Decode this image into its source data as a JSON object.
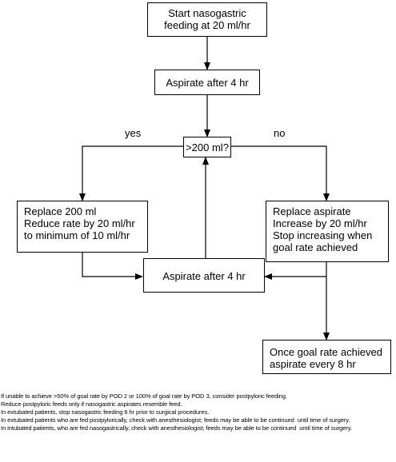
{
  "nodes": {
    "start": [
      "Start nasogastric",
      "feeding at 20 ml/hr"
    ],
    "aspirate_first": [
      "Aspirate after 4 hr"
    ],
    "decision": [
      ">200 ml?"
    ],
    "replace_left": [
      "Replace 200 ml",
      "Reduce rate by 20 ml/hr",
      "to minimum of 10 ml/hr"
    ],
    "replace_right": [
      "Replace aspirate",
      "Increase by 20 ml/hr",
      "Stop increasing when",
      "goal rate achieved"
    ],
    "aspirate_second": [
      "Aspirate after 4 hr"
    ],
    "goal": [
      "Once goal rate achieved",
      "aspirate every 8 hr"
    ]
  },
  "edge_labels": {
    "yes": "yes",
    "no": "no"
  },
  "notes": [
    "If unable to achieve >50% of goal rate by POD 2 or 100% of goal rate by POD 3, consider postpyloric feeding.",
    "Reduce postpyloric feeds only if nasogastric aspirates resemble feed.",
    "In extubated patients, stop nasogastric feeding 6 hr prior to surgical procedures.",
    "In extubated patients who are fed postpylorically, check with anesthesiologist; feeds may be able to be continued  until time of surgery.",
    "In intubated patients, who are fed nasogastrically, check with anesthesiologist; feeds may be able to be continued  until time of surgery."
  ]
}
